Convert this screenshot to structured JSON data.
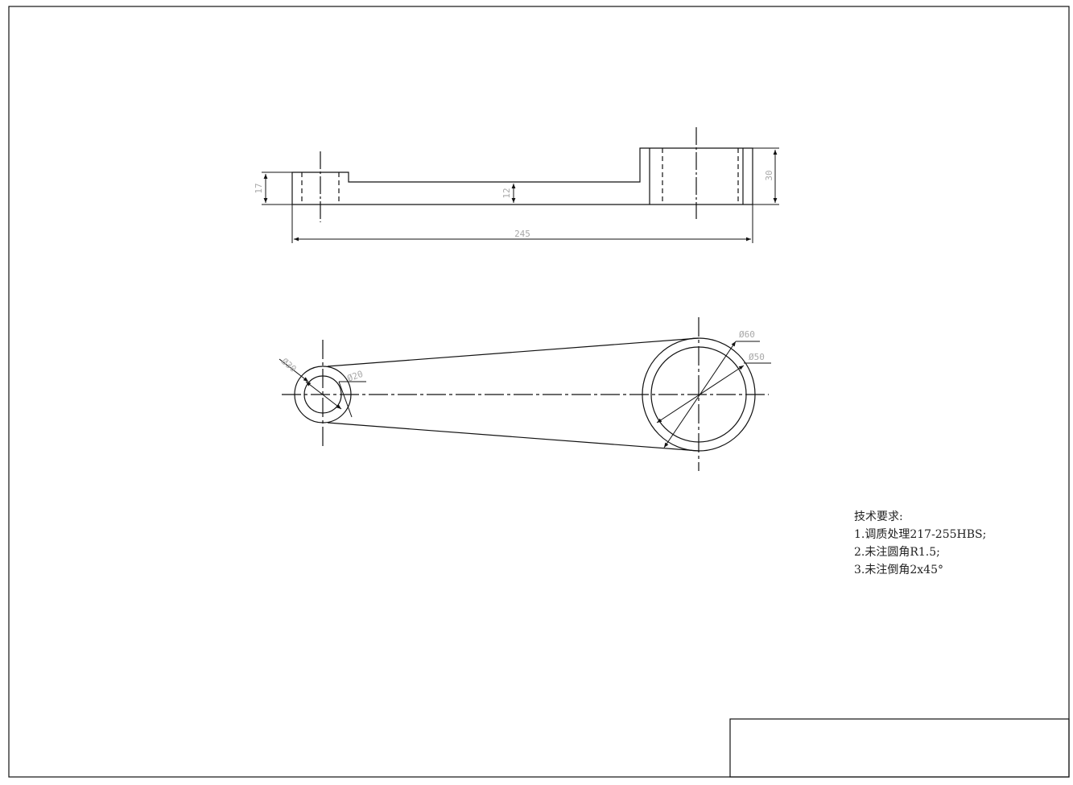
{
  "drawing": {
    "front_view": {
      "dim_height_left": "17",
      "dim_web": "12",
      "dim_height_right": "30",
      "dim_length": "245"
    },
    "top_view": {
      "dim_small_outer": "Ø30",
      "dim_small_inner": "Ø20",
      "dim_large_outer": "Ø60",
      "dim_large_inner": "Ø50"
    }
  },
  "technical_notes": {
    "heading": "技术要求:",
    "items": [
      "1.调质处理217-255HBS;",
      "2.未注圆角R1.5;",
      "3.未注倒角2x45°"
    ]
  },
  "colors": {
    "line": "#111111",
    "dimension_text": "#a8a8a8"
  }
}
